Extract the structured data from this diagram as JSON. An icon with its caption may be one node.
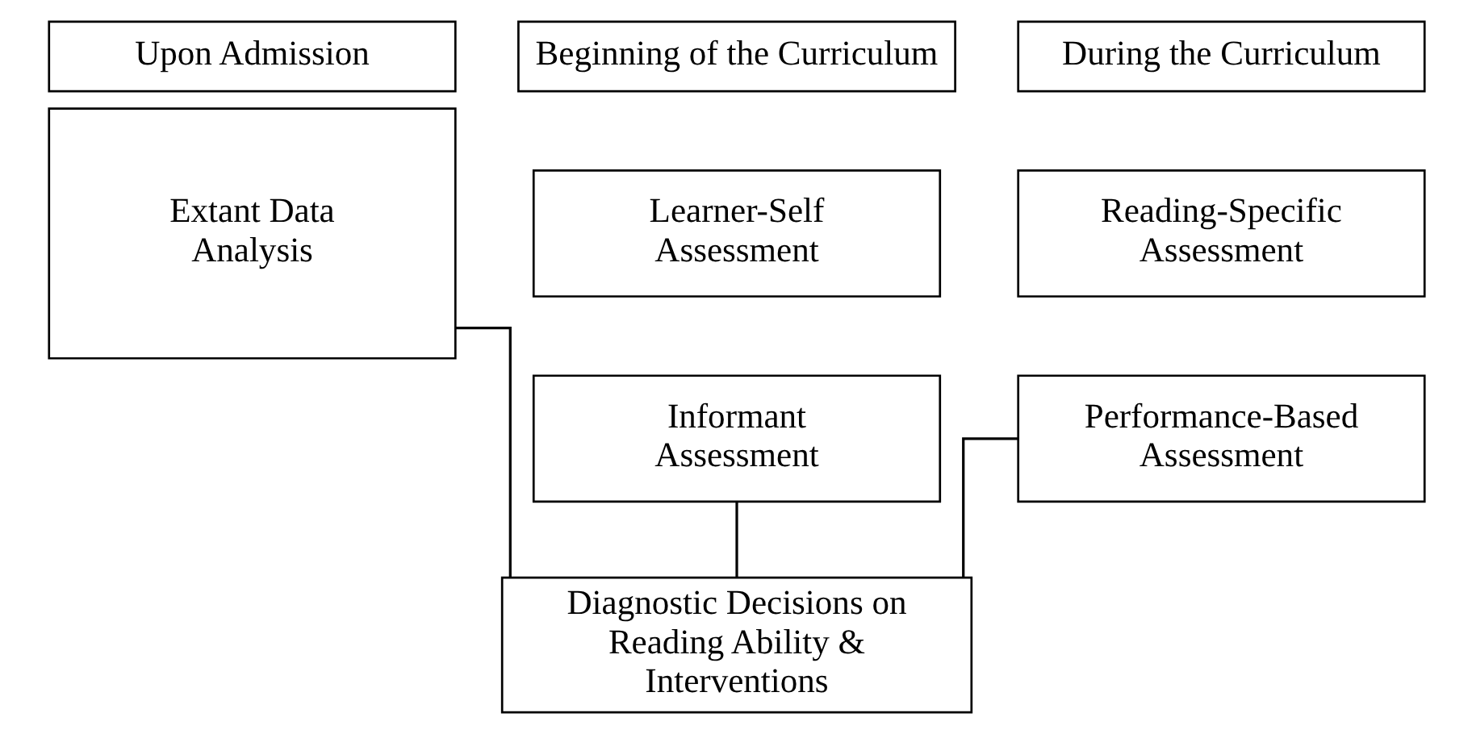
{
  "diagram": {
    "nodes": [
      {
        "text": [
          "Upon Admission"
        ]
      },
      {
        "text": [
          "Extant Data Analysis"
        ]
      },
      {
        "text": [
          "Beginning of the Curriculum"
        ]
      },
      {
        "text": [
          "Learner-Self Assessment"
        ]
      },
      {
        "text": [
          "Informant Assessment"
        ]
      },
      {
        "text": [
          "During the Curriculum"
        ]
      },
      {
        "text": [
          "Reading-Specific Assessment"
        ]
      },
      {
        "text": [
          "Performance-Based Assessment"
        ]
      },
      {
        "text": [
          "Diagnostic Decisions on Reading Ability & Interventions"
        ]
      }
    ],
    "edges": [
      {
        "from": 1,
        "to": 8,
        "arrow": "none"
      },
      {
        "from": 4,
        "to": 8,
        "arrow": "none"
      },
      {
        "from": 7,
        "to": 8,
        "arrow": "none"
      }
    ]
  }
}
